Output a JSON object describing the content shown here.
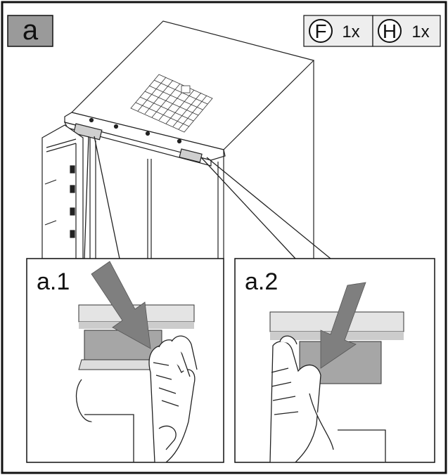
{
  "step_label": "a",
  "parts": [
    {
      "letter": "F",
      "quantity": "1x",
      "icon": "part-f-icon"
    },
    {
      "letter": "H",
      "quantity": "1x",
      "icon": "part-h-icon"
    }
  ],
  "details": [
    {
      "label": "a.1"
    },
    {
      "label": "a.2"
    }
  ],
  "colors": {
    "frame": "#111111",
    "label_bg": "#9a9a9a",
    "parts_bg": "#eeeeee",
    "arrow": "#7f7f7f",
    "cover": "#a6a6a6"
  }
}
